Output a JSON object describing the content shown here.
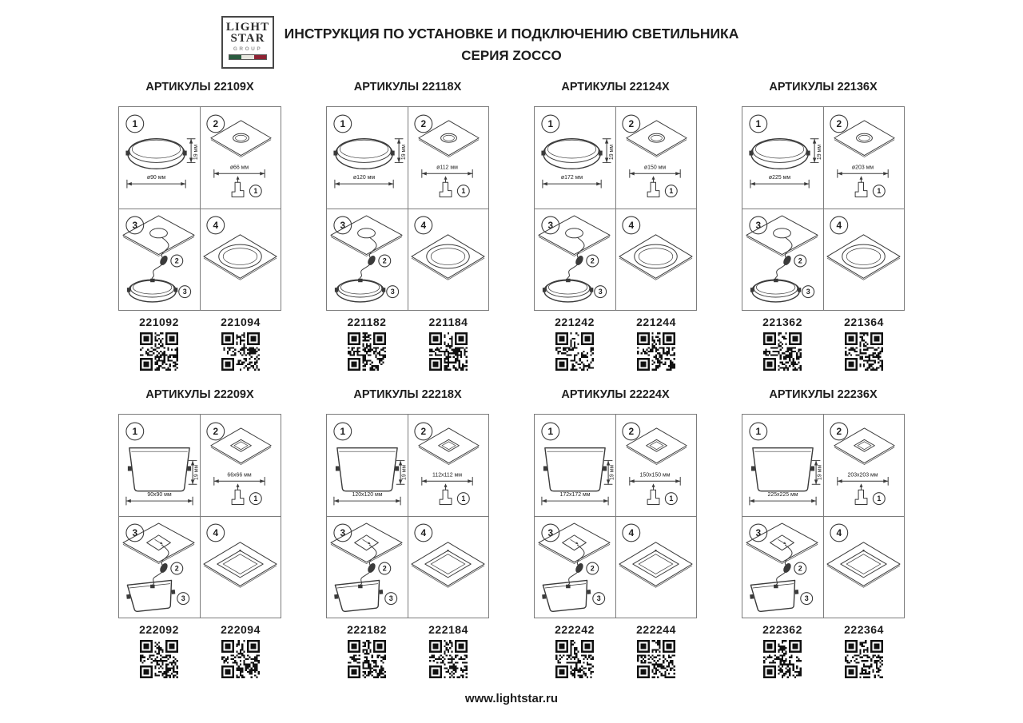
{
  "header": {
    "logo": {
      "line1": "LIGHT",
      "line2": "STAR",
      "line3": "GROUP"
    },
    "title_line1": "ИНСТРУКЦИЯ ПО УСТАНОВКЕ И ПОДКЛЮЧЕНИЮ СВЕТИЛЬНИКА",
    "title_line2": "СЕРИЯ ZOCCO"
  },
  "steps": {
    "s1": "1",
    "s2": "2",
    "s3": "3",
    "s4": "4"
  },
  "panels": [
    {
      "row": 0,
      "shape": "round",
      "title": "АРТИКУЛЫ 22109X",
      "dims": {
        "width": "ø90 мм",
        "height": "19 мм",
        "cutout": "ø66 мм"
      },
      "articles": [
        {
          "code": "221092"
        },
        {
          "code": "221094"
        }
      ]
    },
    {
      "row": 0,
      "shape": "round",
      "title": "АРТИКУЛЫ 22118X",
      "dims": {
        "width": "ø120 мм",
        "height": "19 мм",
        "cutout": "ø112 мм"
      },
      "articles": [
        {
          "code": "221182"
        },
        {
          "code": "221184"
        }
      ]
    },
    {
      "row": 0,
      "shape": "round",
      "title": "АРТИКУЛЫ 22124X",
      "dims": {
        "width": "ø172 мм",
        "height": "19 мм",
        "cutout": "ø150 мм"
      },
      "articles": [
        {
          "code": "221242"
        },
        {
          "code": "221244"
        }
      ]
    },
    {
      "row": 0,
      "shape": "round",
      "title": "АРТИКУЛЫ 22136X",
      "dims": {
        "width": "ø225 мм",
        "height": "19 мм",
        "cutout": "ø203 мм"
      },
      "articles": [
        {
          "code": "221362"
        },
        {
          "code": "221364"
        }
      ]
    },
    {
      "row": 1,
      "shape": "square",
      "title": "АРТИКУЛЫ 22209X",
      "dims": {
        "width": "90x90 мм",
        "height": "19 мм",
        "cutout": "66x66 мм"
      },
      "articles": [
        {
          "code": "222092"
        },
        {
          "code": "222094"
        }
      ]
    },
    {
      "row": 1,
      "shape": "square",
      "title": "АРТИКУЛЫ 22218X",
      "dims": {
        "width": "120x120 мм",
        "height": "19 мм",
        "cutout": "112x112 мм"
      },
      "articles": [
        {
          "code": "222182"
        },
        {
          "code": "222184"
        }
      ]
    },
    {
      "row": 1,
      "shape": "square",
      "title": "АРТИКУЛЫ 22224X",
      "dims": {
        "width": "172x172 мм",
        "height": "19 мм",
        "cutout": "150x150 мм"
      },
      "articles": [
        {
          "code": "222242"
        },
        {
          "code": "222244"
        }
      ]
    },
    {
      "row": 1,
      "shape": "square",
      "title": "АРТИКУЛЫ 22236X",
      "dims": {
        "width": "225x225 мм",
        "height": "19 мм",
        "cutout": "203x203 мм"
      },
      "articles": [
        {
          "code": "222362"
        },
        {
          "code": "222364"
        }
      ]
    }
  ],
  "footer": {
    "url": "www.lightstar.ru"
  },
  "colors": {
    "line": "#3a3a3a",
    "border": "#7c7c7c",
    "flag_green": "#2a5c3f",
    "flag_white": "#e7e7df",
    "flag_red": "#8e2233"
  }
}
